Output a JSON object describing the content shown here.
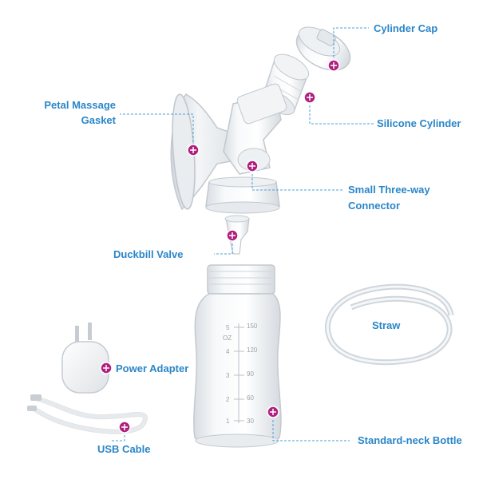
{
  "labels": {
    "cylinder_cap": "Cylinder Cap",
    "silicone_cylinder": "Silicone Cylinder",
    "petal_massage_gasket_line1": "Petal Massage",
    "petal_massage_gasket_line2": "Gasket",
    "small_three_way_line1": "Small Three-way",
    "small_three_way_line2": "Connector",
    "duckbill_valve": "Duckbill Valve",
    "straw": "Straw",
    "power_adapter": "Power Adapter",
    "usb_cable": "USB Cable",
    "standard_neck_bottle": "Standard-neck Bottle"
  },
  "bottle_scale": {
    "oz": [
      "5",
      "4",
      "3",
      "2",
      "1"
    ],
    "ml": [
      "150",
      "120",
      "90",
      "60",
      "30"
    ],
    "unit": "OZ"
  },
  "colors": {
    "label_text": "#2a86c8",
    "leader_line": "#4a9fd8",
    "marker": "#b01f7e",
    "plastic_clear": "#e6eaee",
    "plastic_edge": "#c3c9cf"
  },
  "icons": {
    "marker": "plus-marker-icon"
  }
}
